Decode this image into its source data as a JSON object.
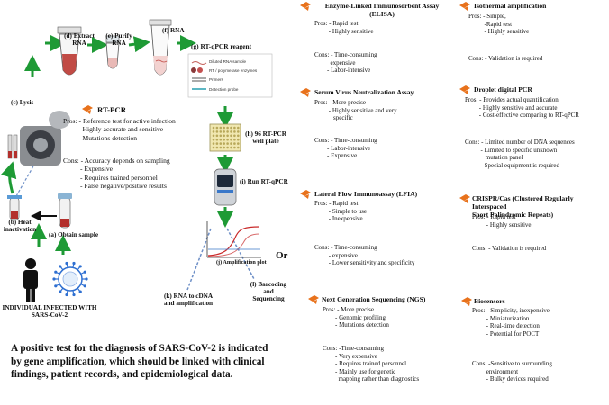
{
  "colors": {
    "arrow": "#1e9a35",
    "bullet": "#e8721c",
    "tube_red": "#9b2f2a",
    "sample_red": "#c81d25",
    "virus": "#2e6fd1"
  },
  "steps": {
    "obtain": "(a) Obtain sample",
    "heat": [
      "(b) Heat",
      "inactivation"
    ],
    "lysis": "(c) Lysis",
    "extract": [
      "(d) Extract",
      "RNA"
    ],
    "purify": [
      "(e) Purify",
      "RNA"
    ],
    "rna": "(f) RNA",
    "reagent": "(g) RT-qPCR reagent",
    "plate": [
      "(h) 96 RT-PCR",
      "well plate"
    ],
    "run": "(i) Run RT-qPCR",
    "ampplot": "(j) Amplification plot",
    "or": "Or",
    "cdna": [
      "(k) RNA to cDNA",
      "and amplification"
    ],
    "barcode": [
      "(l) Barcoding",
      "and",
      "Sequencing"
    ]
  },
  "legend": [
    "Diluted RNA sample",
    "RT / polymerase enzymes",
    "Primers",
    "Detection probe"
  ],
  "individual": [
    "INDIVIDUAL INFECTED WITH",
    "SARS-CoV-2"
  ],
  "rtpcr": {
    "title": "RT-PCR",
    "pros": [
      "Pros: - Reference test for active infection",
      "         - Highly accurate and sensitive",
      "         - Mutations detection"
    ],
    "cons": [
      "Cons: - Accuracy depends on sampling",
      "          - Expensive",
      "          - Requires trained personnel",
      "          - False negative/positive results"
    ]
  },
  "methods": [
    {
      "id": "elisa",
      "title": [
        "Enzyme-Linked Immunosorbent Assay",
        "(ELISA)"
      ],
      "pros": [
        "Pros: - Rapid test",
        "         - Highly sensitive"
      ],
      "cons": [
        "Cons: - Time-consuming",
        "          expensive",
        "        - Labor-intensive"
      ]
    },
    {
      "id": "isothermal",
      "title": [
        "Isothermal amplification"
      ],
      "pros": [
        "Pros: - Simple,",
        "          -Rapid test",
        "          - Highly sensitive"
      ],
      "cons": [
        "Cons: - Validation is required"
      ]
    },
    {
      "id": "serum",
      "title": [
        "Serum Virus Neutralization Assay"
      ],
      "pros": [
        "Pros: - More precise",
        "         - Highly sensitive and very",
        "            specific"
      ],
      "cons": [
        "Cons: - Time-consuming",
        "        - Labor-intensive",
        "        - Expensive"
      ]
    },
    {
      "id": "ddpcr",
      "title": [
        "Droplet digital PCR"
      ],
      "pros": [
        "Pros: - Provides actual quantification",
        "         - Highly sensitive and accurate",
        "         - Cost-effective comparing to RT-qPCR"
      ],
      "cons": [
        "Cons: - Limited number of DNA sequences",
        "          - Limited to specific unknown",
        "             mutation panel",
        "          - Special equipment is required"
      ]
    },
    {
      "id": "lfia",
      "title": [
        "Lateral Flow Immunoassay (LFIA)"
      ],
      "pros": [
        "Pros: - Rapid test",
        "         - Simple to use",
        "         - Inexpensive"
      ],
      "cons": [
        "Cons: - Time-consuming",
        "         - expensive",
        "         - Lower sensitivity and specificity"
      ]
    },
    {
      "id": "crispr",
      "title": [
        "CRISPR/Cas (Clustered Regularly Interspaced",
        "Short Palindromic Repeats)"
      ],
      "pros": [
        "Pros: - Rapid test",
        "         - Highly sensitive"
      ],
      "cons": [
        "Cons: - Validation is required"
      ]
    },
    {
      "id": "ngs",
      "title": [
        "Next Generation Sequencing (NGS)"
      ],
      "pros": [
        "Pros: - More precise",
        "        - Genomic profiling",
        "        - Mutations detection"
      ],
      "cons": [
        "Cons: -Time-consuming",
        "        - Very expensive",
        "        - Requires trained personnel",
        "        - Mainly use for genetic",
        "          mapping rather than diagnostics"
      ]
    },
    {
      "id": "biosensors",
      "title": [
        "Biosensors"
      ],
      "pros": [
        "Pros: - Simplicity, inexpensive",
        "         - Miniaturization",
        "         - Real-time detection",
        "         - Potential for POCT"
      ],
      "cons": [
        "Cons: -Sensitive to surrounding",
        "         environment",
        "         - Bulky devices required"
      ]
    }
  ],
  "caption": [
    "A positive test for the diagnosis of SARS-CoV-2 is indicated",
    "by gene amplification, which should be linked with clinical",
    "findings, patient records, and epidemiological data."
  ]
}
